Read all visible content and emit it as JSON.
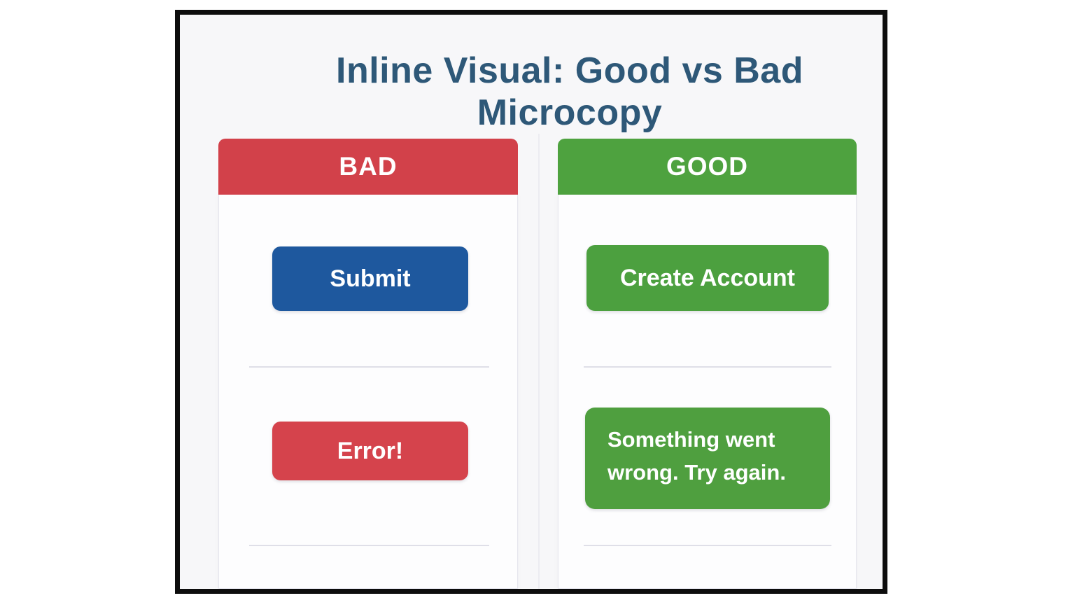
{
  "figure": {
    "title": "Inline Visual: Good vs Bad Microcopy",
    "columns": [
      {
        "id": "bad",
        "header": "BAD",
        "header_color": "#d2414a",
        "items": [
          {
            "type": "button",
            "label": "Submit",
            "color": "#1e589e"
          },
          {
            "type": "button",
            "label": "Error!",
            "color": "#d5434c"
          }
        ]
      },
      {
        "id": "good",
        "header": "GOOD",
        "header_color": "#4ea23f",
        "items": [
          {
            "type": "button",
            "label": "Create Account",
            "color": "#4ca03f"
          },
          {
            "type": "message",
            "label": "Something went wrong. Try again.",
            "color": "#4f9f3f"
          }
        ]
      }
    ],
    "colors": {
      "title_text": "#2e5878",
      "frame_border": "#0d0d0d",
      "canvas_background": "#f7f7f9",
      "card_background": "#fdfdfe",
      "divider": "#dfdfe8",
      "button_text": "#ffffff"
    }
  }
}
